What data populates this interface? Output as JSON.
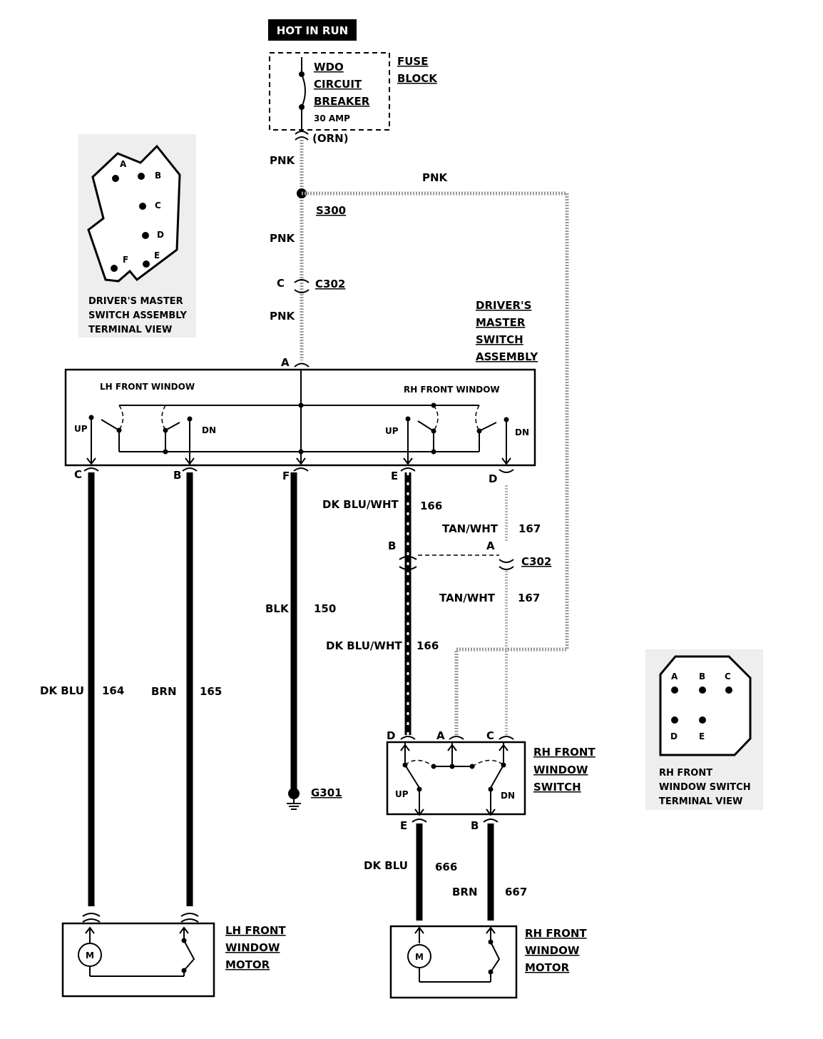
{
  "hot_label": "HOT IN RUN",
  "fuse_block": {
    "title1": "FUSE",
    "title2": "BLOCK",
    "cb1": "WDO",
    "cb2": "CIRCUIT",
    "cb3": "BREAKER",
    "rating": "30 AMP",
    "out_color": "(ORN)"
  },
  "pnk_wires": {
    "label": "PNK",
    "splice": "S300",
    "conn_pin": "C",
    "conn": "C302"
  },
  "master_switch": {
    "title1": "DRIVER'S",
    "title2": "MASTER",
    "title3": "SWITCH",
    "title4": "ASSEMBLY",
    "lh_label": "LH FRONT WINDOW",
    "rh_label": "RH FRONT WINDOW",
    "up": "UP",
    "dn": "DN",
    "pin_a": "A",
    "pin_b": "B",
    "pin_c": "C",
    "pin_d": "D",
    "pin_e": "E",
    "pin_f": "F"
  },
  "terminal_view_master": {
    "line1": "DRIVER'S MASTER",
    "line2": "SWITCH ASSEMBLY",
    "line3": "TERMINAL VIEW",
    "pins": [
      "A",
      "B",
      "C",
      "D",
      "E",
      "F"
    ]
  },
  "terminal_view_rh": {
    "line1": "RH FRONT",
    "line2": "WINDOW SWITCH",
    "line3": "TERMINAL VIEW",
    "pins": [
      "A",
      "B",
      "C",
      "D",
      "E"
    ]
  },
  "wires": {
    "dk_blu": "DK BLU",
    "dk_blu_num": "164",
    "brn": "BRN",
    "brn_num": "165",
    "blk": "BLK",
    "blk_num": "150",
    "dk_blu_wht": "DK BLU/WHT",
    "dk_blu_wht_num": "166",
    "tan_wht": "TAN/WHT",
    "tan_wht_num": "167",
    "rh_dk_blu_num": "666",
    "rh_brn_num": "667"
  },
  "c302_lower": {
    "pin_b": "B",
    "pin_a": "A",
    "conn": "C302"
  },
  "ground": "G301",
  "rh_switch": {
    "title1": "RH FRONT",
    "title2": "WINDOW",
    "title3": "SWITCH",
    "up": "UP",
    "dn": "DN",
    "pin_d": "D",
    "pin_a": "A",
    "pin_c": "C",
    "pin_e": "E",
    "pin_b": "B"
  },
  "lh_motor": {
    "title1": "LH FRONT",
    "title2": "WINDOW",
    "title3": "MOTOR",
    "m": "M"
  },
  "rh_motor": {
    "title1": "RH FRONT",
    "title2": "WINDOW",
    "title3": "MOTOR",
    "m": "M"
  }
}
